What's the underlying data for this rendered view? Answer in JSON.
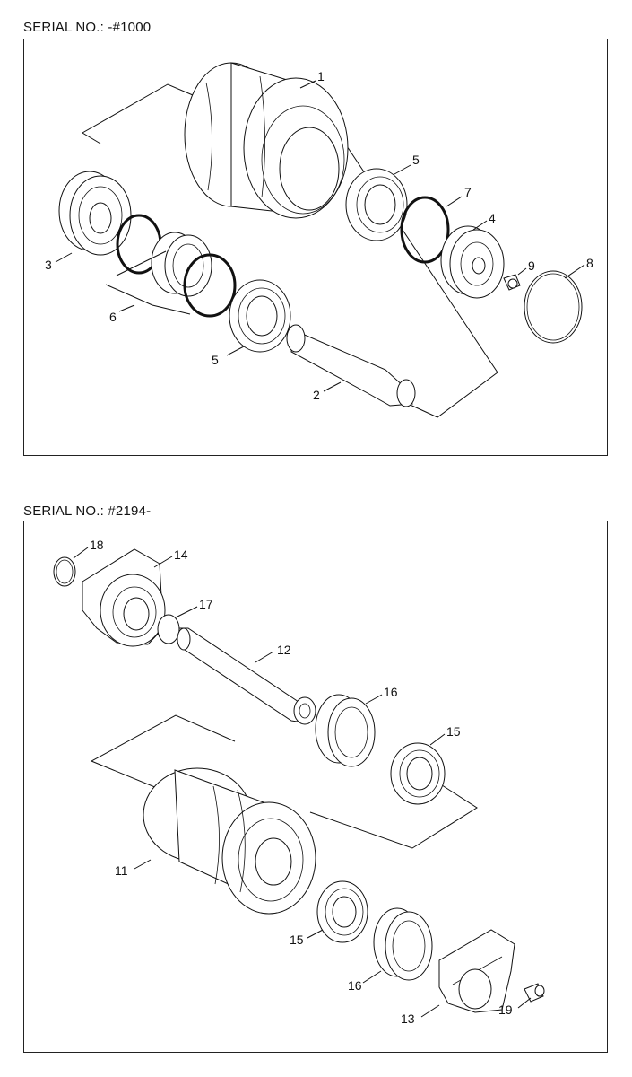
{
  "sections": [
    {
      "serial": "SERIAL NO.: -#1000",
      "labels": [
        "1",
        "2",
        "3",
        "4",
        "5",
        "5",
        "6",
        "7",
        "8",
        "9"
      ]
    },
    {
      "serial": "SERIAL NO.: #2194-",
      "labels": [
        "11",
        "12",
        "13",
        "14",
        "15",
        "15",
        "16",
        "16",
        "17",
        "18",
        "19"
      ]
    }
  ]
}
